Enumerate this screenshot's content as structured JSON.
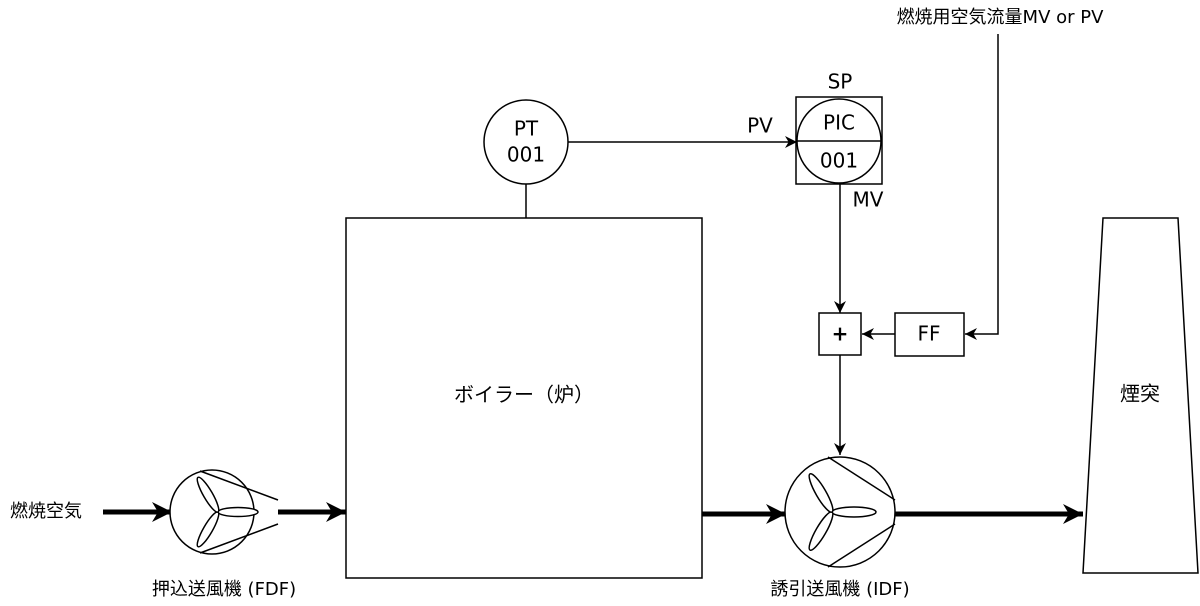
{
  "labels": {
    "boiler": "ボイラー（炉）",
    "chimney": "煙突",
    "pt_tag": "PT",
    "pt_number": "001",
    "pic_tag": "PIC",
    "pic_number": "001",
    "setpoint": "SP",
    "process_value": "PV",
    "manipulated_value": "MV",
    "feedforward": "FF",
    "summer": "+",
    "combustion_air_flow": "燃焼用空気流量MV or PV",
    "combustion_air": "燃焼空気",
    "fdf": "押込送風機 (FDF)",
    "idf": "誘引送風機 (IDF)"
  },
  "colors": {
    "stroke": "#000000",
    "fill": "#ffffff"
  }
}
